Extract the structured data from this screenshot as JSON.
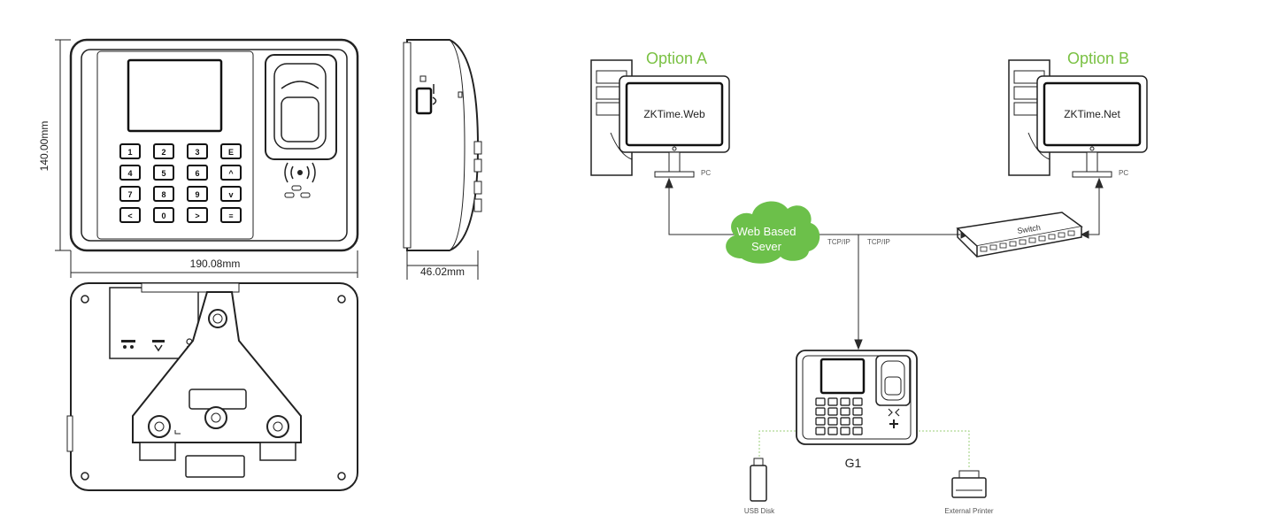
{
  "dimensions": {
    "height": "140.00mm",
    "width": "190.08mm",
    "depth": "46.02mm"
  },
  "keypad": {
    "keys": [
      "1",
      "2",
      "3",
      "E",
      "4",
      "5",
      "6",
      "^",
      "7",
      "8",
      "9",
      "v",
      "<",
      "0",
      ">",
      "≡"
    ]
  },
  "rear_ports": [
    "",
    "",
    ""
  ],
  "network": {
    "option_a": {
      "label": "Option A",
      "software": "ZKTime.Web",
      "pc_label": "PC"
    },
    "option_b": {
      "label": "Option B",
      "software": "ZKTime.Net",
      "pc_label": "PC"
    },
    "cloud": {
      "line1": "Web Based",
      "line2": "Sever"
    },
    "tcp_left": "TCP/IP",
    "tcp_right": "TCP/IP",
    "switch_label": "Switch",
    "device_label": "G1",
    "usb_label": "USB Disk",
    "printer_label": "External Printer"
  },
  "colors": {
    "line": "#2b2b2b",
    "accent_green": "#7ac143",
    "cloud_green": "#6cc04a",
    "dashed_green": "#9bcf7a"
  }
}
